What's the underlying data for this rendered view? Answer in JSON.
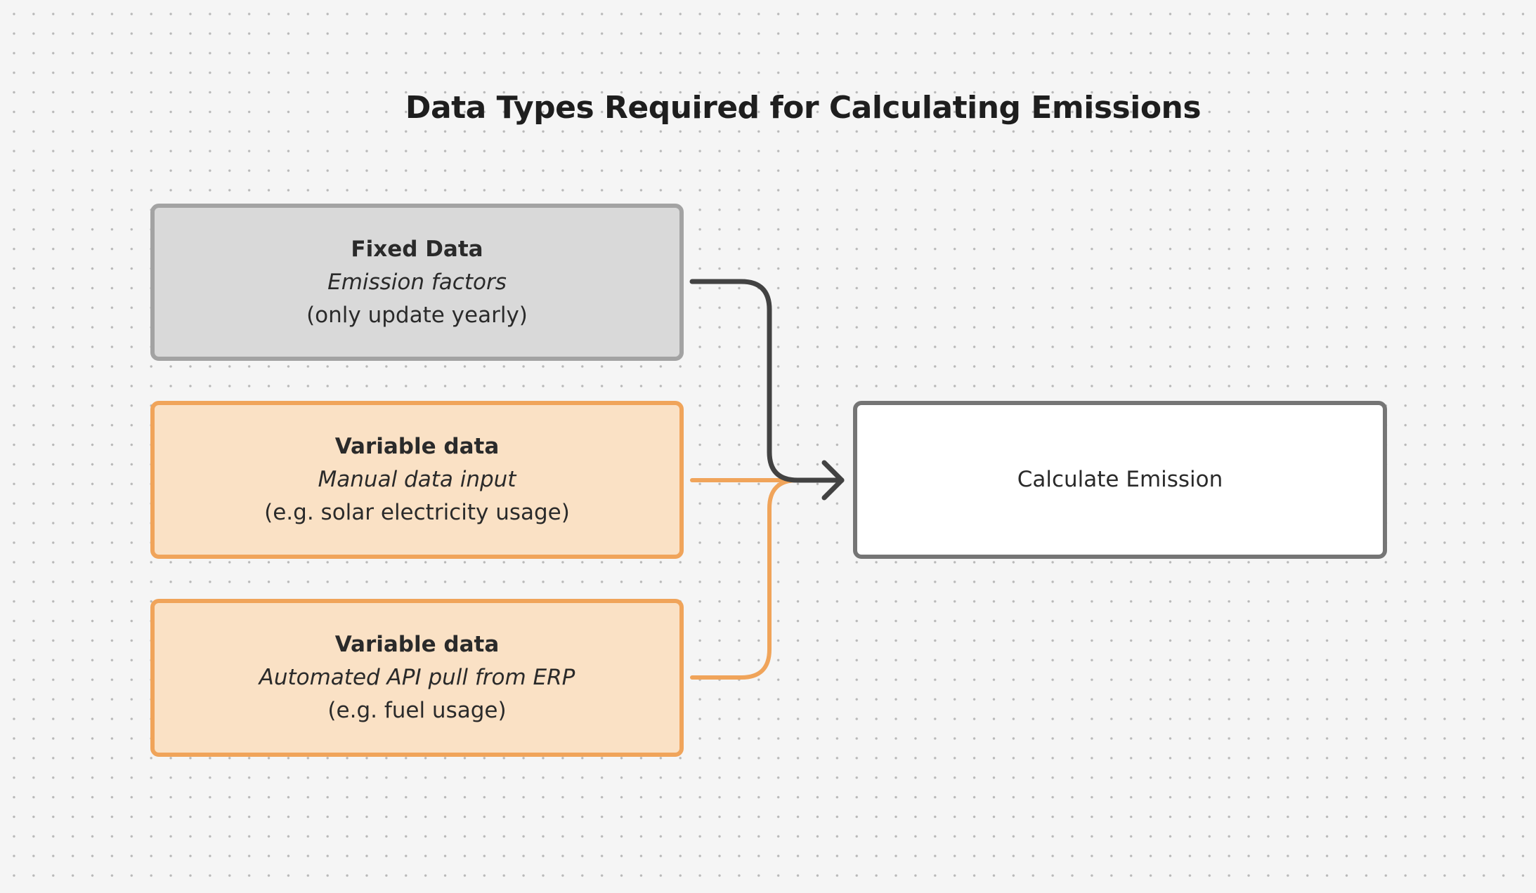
{
  "title": "Data Types Required for Calculating Emissions",
  "colors": {
    "fixed_fill": "#d9d9d9",
    "fixed_border": "#a3a3a3",
    "variable_fill": "#fae1c5",
    "variable_border": "#f0a45a",
    "target_fill": "#ffffff",
    "target_border": "#757575",
    "connector_dark": "#424242",
    "connector_orange": "#f0a45a"
  },
  "boxes": {
    "fixed": {
      "heading": "Fixed Data",
      "subtitle": "Emission factors",
      "note": "(only update yearly)"
    },
    "variable_manual": {
      "heading": "Variable data",
      "subtitle": "Manual data input",
      "note": "(e.g. solar electricity usage)"
    },
    "variable_api": {
      "heading": "Variable data",
      "subtitle": "Automated API pull from ERP",
      "note": "(e.g. fuel usage)"
    },
    "target": {
      "label": "Calculate Emission"
    }
  },
  "connectors": [
    {
      "from": "Fixed Data",
      "to": "Calculate Emission",
      "color": "connector_dark"
    },
    {
      "from": "Variable data (Manual data input)",
      "to": "Calculate Emission",
      "color": "connector_orange"
    },
    {
      "from": "Variable data (Automated API pull from ERP)",
      "to": "Calculate Emission",
      "color": "connector_orange"
    }
  ]
}
